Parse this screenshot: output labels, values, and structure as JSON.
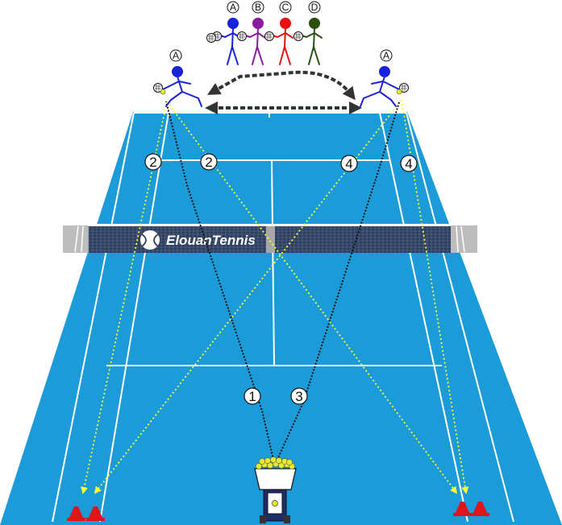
{
  "brand": {
    "name": "ElouanTennis"
  },
  "colors": {
    "court": "#1b9bd7",
    "lines": "#ffffff",
    "net": "#2b3a55",
    "post": "#b8b8b8",
    "ball_path": "#ffff33",
    "feed_path": "#111111",
    "movement_arrow": "#333333",
    "cone": "#e0141b"
  },
  "player_labels": [
    "A",
    "B",
    "C",
    "D"
  ],
  "active_player_label": "A",
  "shot_numbers": {
    "feed_left": "1",
    "feed_right": "3",
    "shot_left_a": "2",
    "shot_left_b": "2",
    "shot_right_a": "4",
    "shot_right_b": "4"
  },
  "icons": [
    "tennis-ball-logo-icon",
    "ball-machine-icon",
    "target-cone-icon",
    "racket-icon",
    "player-figure-icon"
  ]
}
